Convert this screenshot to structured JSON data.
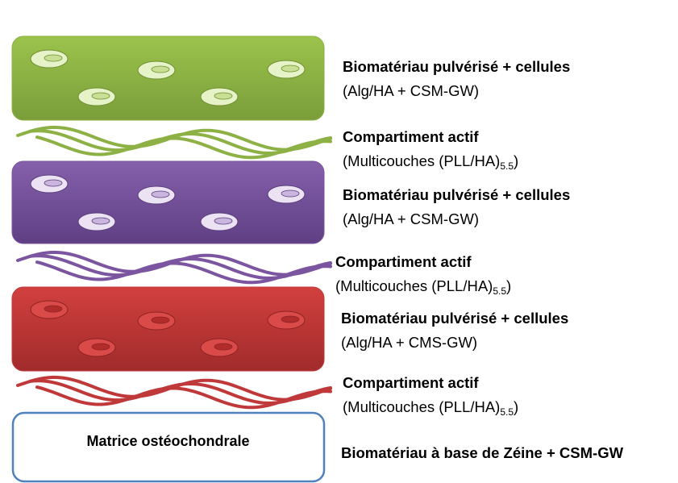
{
  "layers": [
    {
      "type": "cells",
      "color": "#8db145",
      "title": "Biomatériau pulvérisé + cellules",
      "subtitle": "(Alg/HA + CSM-GW)"
    },
    {
      "type": "active",
      "color": "#8db145",
      "title": "Compartiment actif",
      "subtitle": "(Multicouches (PLL/HA)",
      "subscript": "5.5",
      "close": ")"
    },
    {
      "type": "cells",
      "color": "#7b559f",
      "title": "Biomatériau pulvérisé + cellules",
      "subtitle": "(Alg/HA + CSM-GW)"
    },
    {
      "type": "active",
      "color": "#7b559f",
      "title": "Compartiment actif",
      "subtitle": "(Multicouches (PLL/HA)",
      "subscript": "5.5",
      "close": ")"
    },
    {
      "type": "cells",
      "color": "#c0393a",
      "title": "Biomatériau pulvérisé + cellules",
      "subtitle": "(Alg/HA + CMS-GW)"
    },
    {
      "type": "active",
      "color": "#c0393a",
      "title": "Compartiment actif",
      "subtitle": "(Multicouches (PLL/HA)",
      "subscript": "5.5",
      "close": ")"
    },
    {
      "type": "base",
      "color": "#4f81bd",
      "box_label": "Matrice ostéochondrale",
      "title": "Biomatériau à base de Zéine + CSM-GW"
    }
  ]
}
